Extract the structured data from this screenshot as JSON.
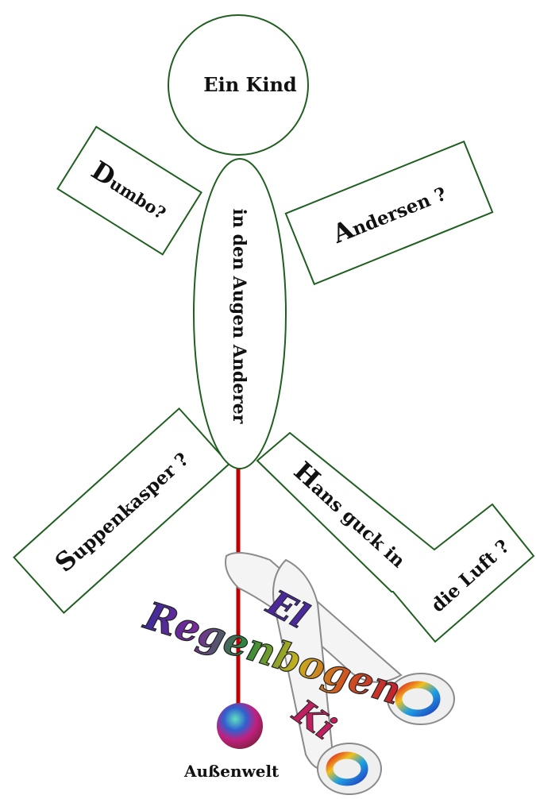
{
  "head": {
    "text": "Ein Kind"
  },
  "body": {
    "text": "in den Augen Anderer"
  },
  "left_arm": {
    "initial": "D",
    "rest": "umbo?"
  },
  "right_arm": {
    "initial": "A",
    "rest": "ndersen ?"
  },
  "left_leg": {
    "initial": "S",
    "rest": "uppenkasper ?"
  },
  "right_leg": {
    "initial": "H",
    "rest": "ans guck in",
    "line2": "die Luft ?"
  },
  "string_color": "#c00000",
  "ball_label": "Außenwelt",
  "logo": {
    "line1": "El",
    "line2": "Regenbogen",
    "line3": "Ki"
  }
}
